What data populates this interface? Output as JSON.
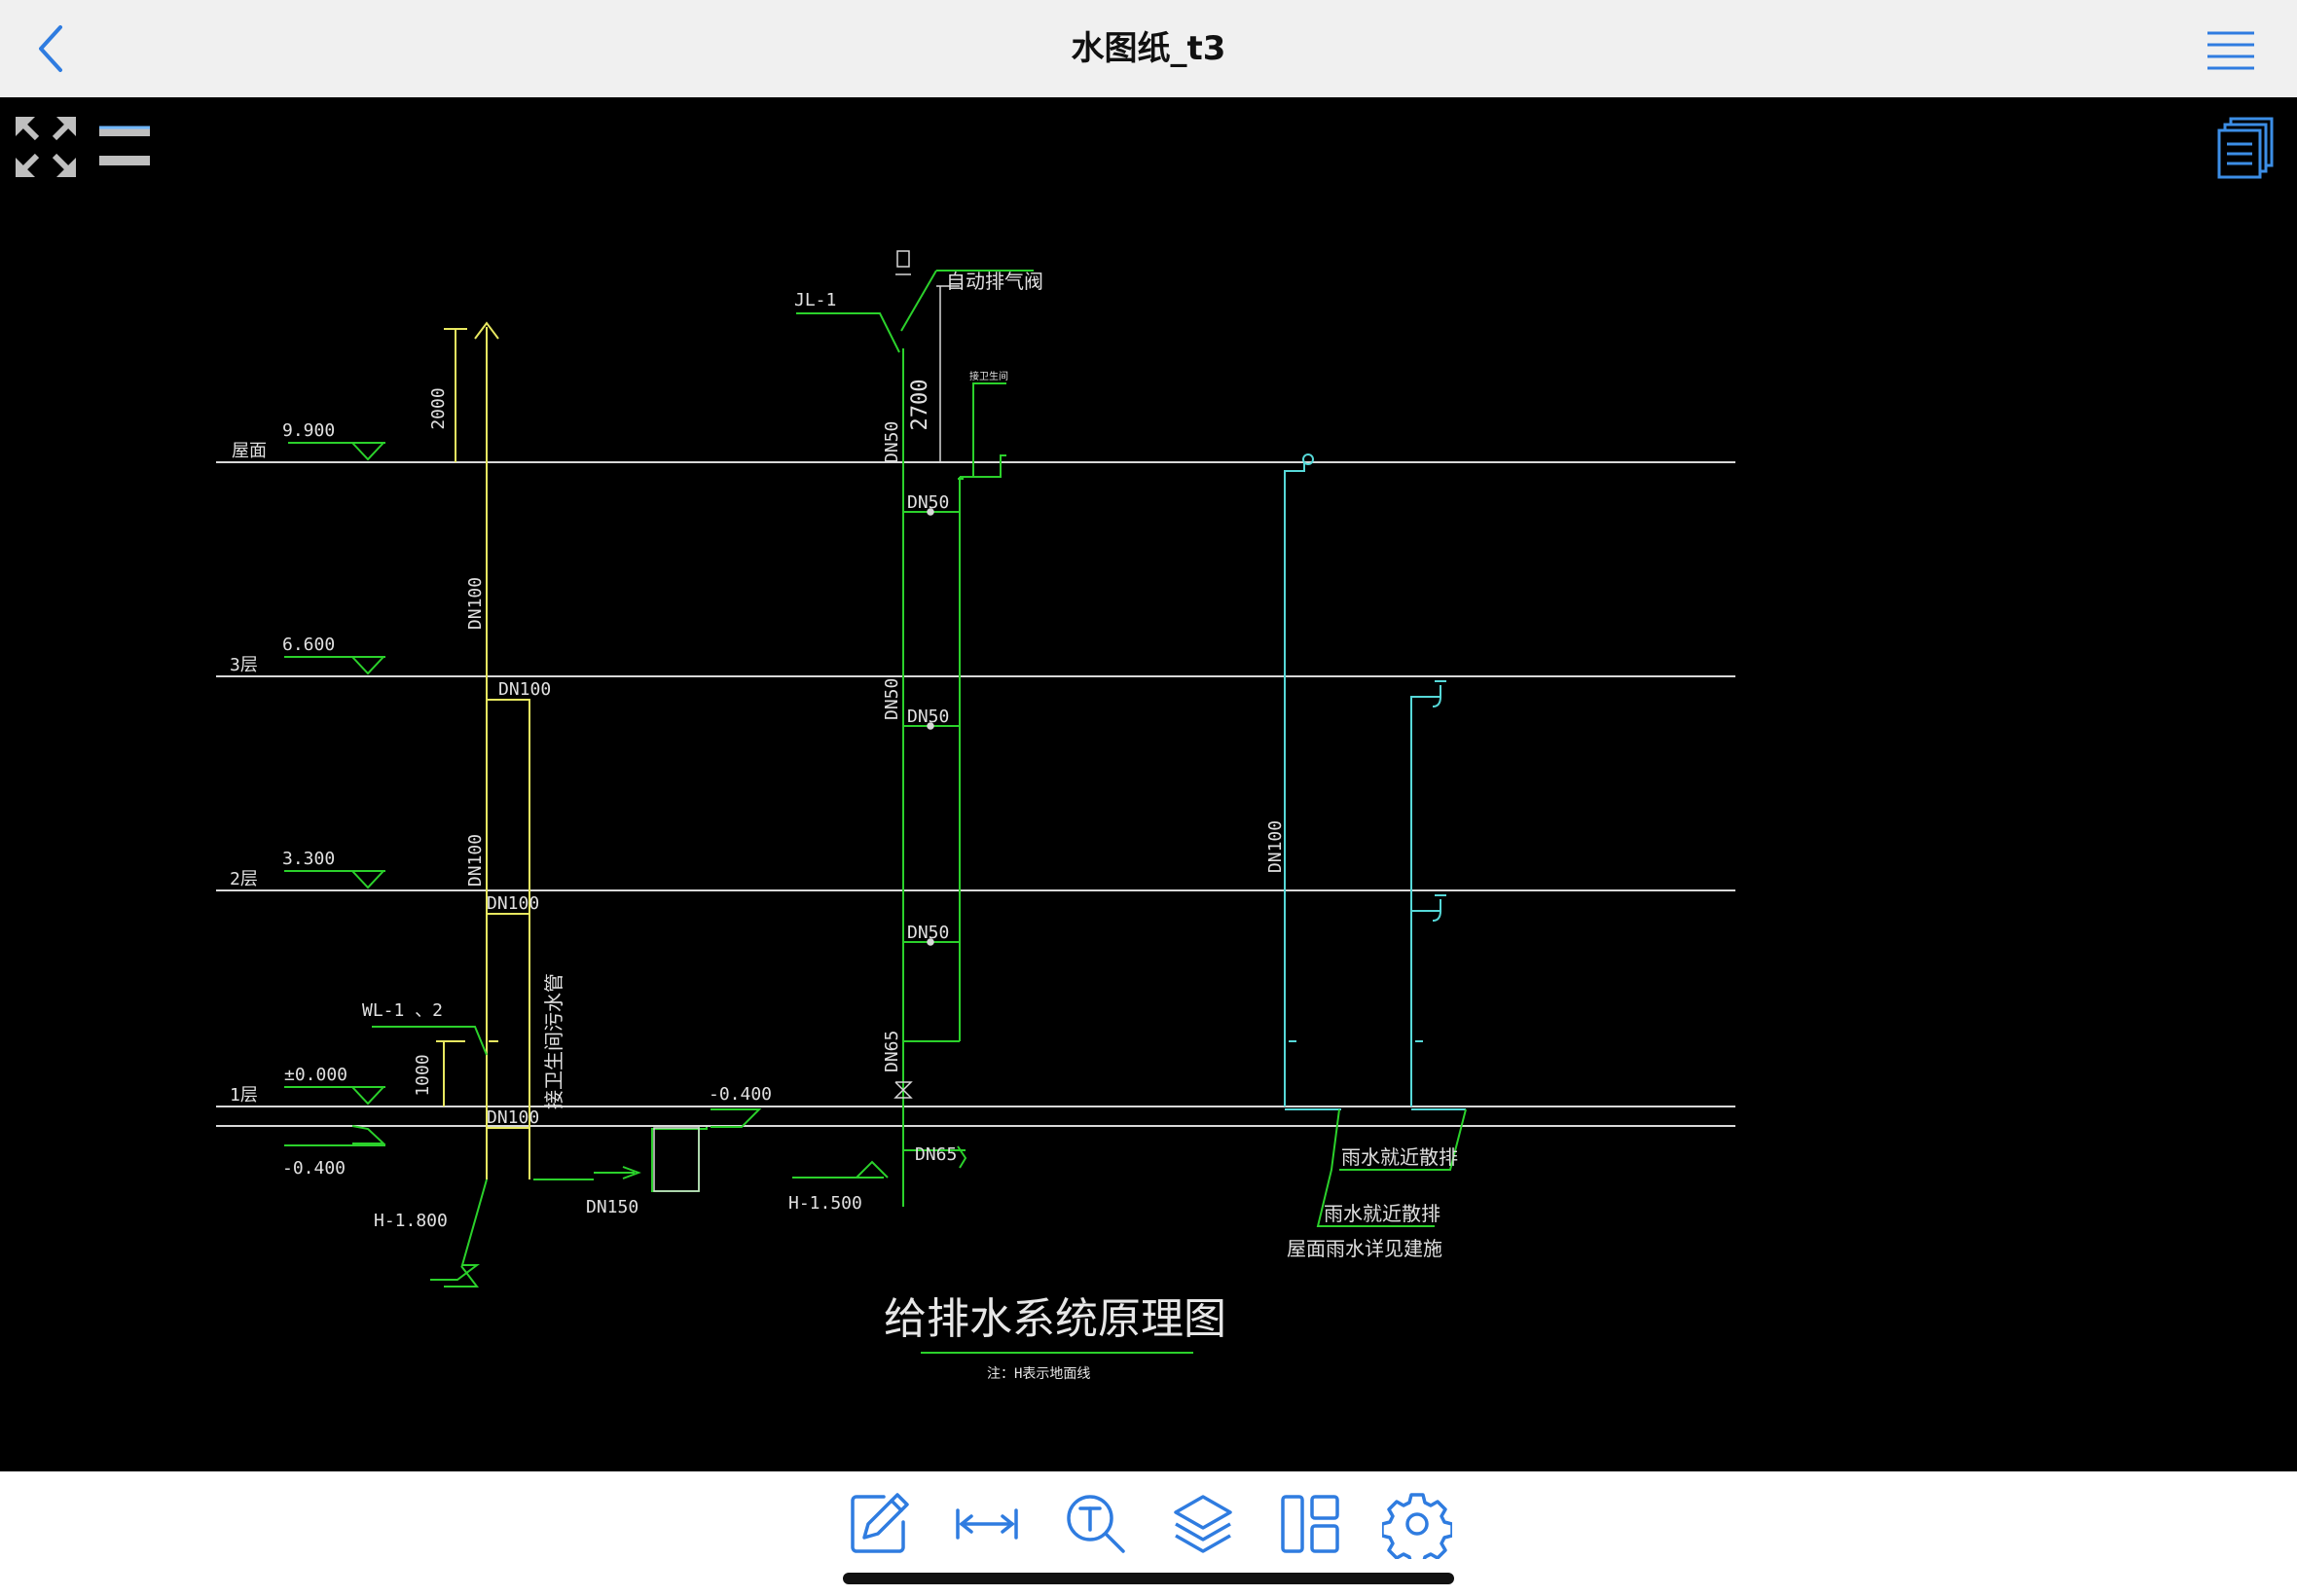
{
  "header": {
    "title": "水图纸_t3"
  },
  "colors": {
    "accent": "#2f7ce0",
    "line_white": "#d8d8d8",
    "line_green": "#2bd12b",
    "line_cyan": "#56d8d8",
    "line_yellow": "#e8e860"
  },
  "left_tools": {
    "fullscreen_icon": "expand-arrows-icon",
    "layer_toggle_icon": "double-bar-icon"
  },
  "right_tools": {
    "drawing_list_icon": "stacked-pages-icon"
  },
  "bottom_toolbar": [
    {
      "name": "annotate-button",
      "icon": "pencil-edit-icon"
    },
    {
      "name": "measure-button",
      "icon": "dimension-arrow-icon"
    },
    {
      "name": "text-search-button",
      "icon": "text-magnifier-icon"
    },
    {
      "name": "layers-button",
      "icon": "layers-icon"
    },
    {
      "name": "layout-button",
      "icon": "layout-panels-icon"
    },
    {
      "name": "settings-button",
      "icon": "gear-icon"
    }
  ],
  "drawing": {
    "title": "给排水系统原理图",
    "note": "注：H表示地面线",
    "levels": [
      {
        "floor": "屋面",
        "elev": "9.900"
      },
      {
        "floor": "3层",
        "elev": "6.600"
      },
      {
        "floor": "2层",
        "elev": "3.300"
      },
      {
        "floor": "1层",
        "elev": "±0.000"
      }
    ],
    "labels": {
      "air_valve": "自动排气阀",
      "jl1": "JL-1",
      "wl": "WL-1 、2",
      "dim_2000": "2000",
      "dim_2700": "2700",
      "dim_1000": "1000",
      "elev_m0400_left": "-0.400",
      "elev_m0400_mid": "-0.400",
      "h1800": "H-1.800",
      "h1500": "H-1.500",
      "dn150": "DN150",
      "dn65_bottom": "DN65",
      "dn65_vertical": "DN65",
      "dn50_top_vertical": "DN50",
      "dn50_mid_vertical": "DN50",
      "dn50_roof": "DN50",
      "dn50_f3": "DN50",
      "dn50_f2": "DN50",
      "dn100_vertical_top": "DN100",
      "dn100_vertical_mid": "DN100",
      "dn100_f3": "DN100",
      "dn100_f2": "DN100",
      "dn100_f1": "DN100",
      "dn100_rain": "DN100",
      "to_sanitary": "接卫生间污水管",
      "small_valve_label": "接卫生间",
      "rain_drain_1": "雨水就近散排",
      "rain_drain_2": "雨水就近散排",
      "roof_rain": "屋面雨水详见建施"
    }
  }
}
